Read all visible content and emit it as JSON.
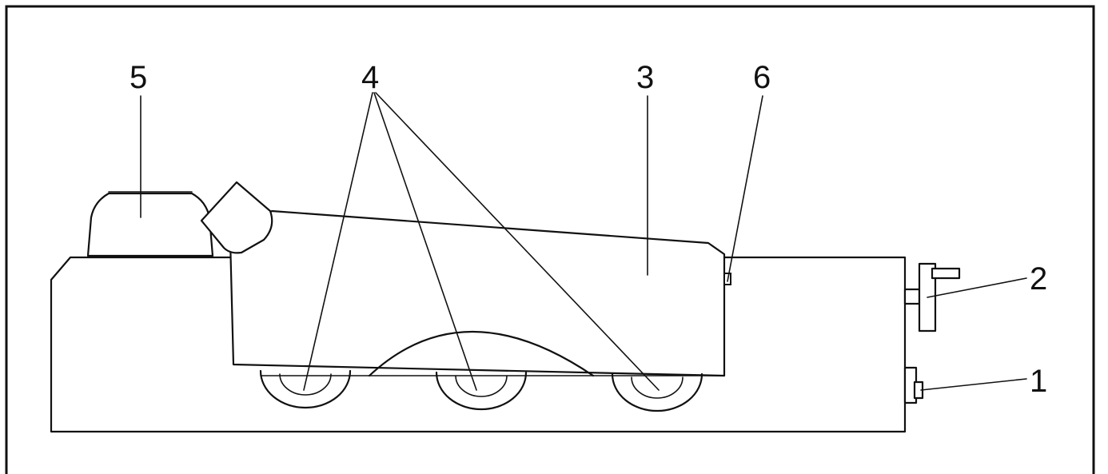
{
  "diagram": {
    "callouts": {
      "c1": "1",
      "c2": "2",
      "c3": "3",
      "c4": "4",
      "c5": "5",
      "c6": "6"
    },
    "colors": {
      "line": "#111111",
      "background": "#ffffff"
    }
  }
}
